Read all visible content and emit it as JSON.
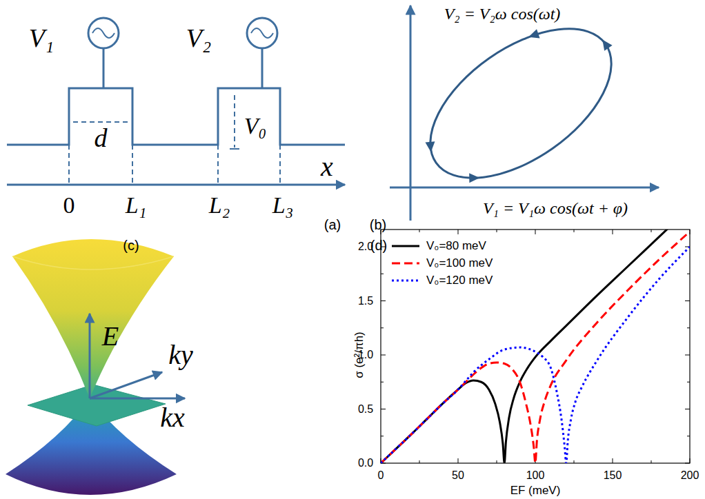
{
  "diagram": {
    "labels": [
      "V₁",
      "V₂",
      "d",
      "V₀",
      "0",
      "L₁",
      "L₂",
      "L₃",
      "x",
      "(a)",
      "(b)",
      "V₂ = V₂ω cos(ωt)",
      "V₁ = V₁ω cos(ωt + φ)",
      "(c)",
      "(d)",
      "E",
      "ky",
      "kx",
      "σ (e²/πh)",
      "EF (meV)",
      "0.0",
      "0.5",
      "1.0",
      "1.5",
      "2.0",
      "0",
      "50",
      "100",
      "150",
      "200"
    ],
    "legend": [
      {
        "text": "V₀=80  meV"
      },
      {
        "text": "V₀=100 meV"
      },
      {
        "text": "V₀=120 meV"
      }
    ]
  }
}
